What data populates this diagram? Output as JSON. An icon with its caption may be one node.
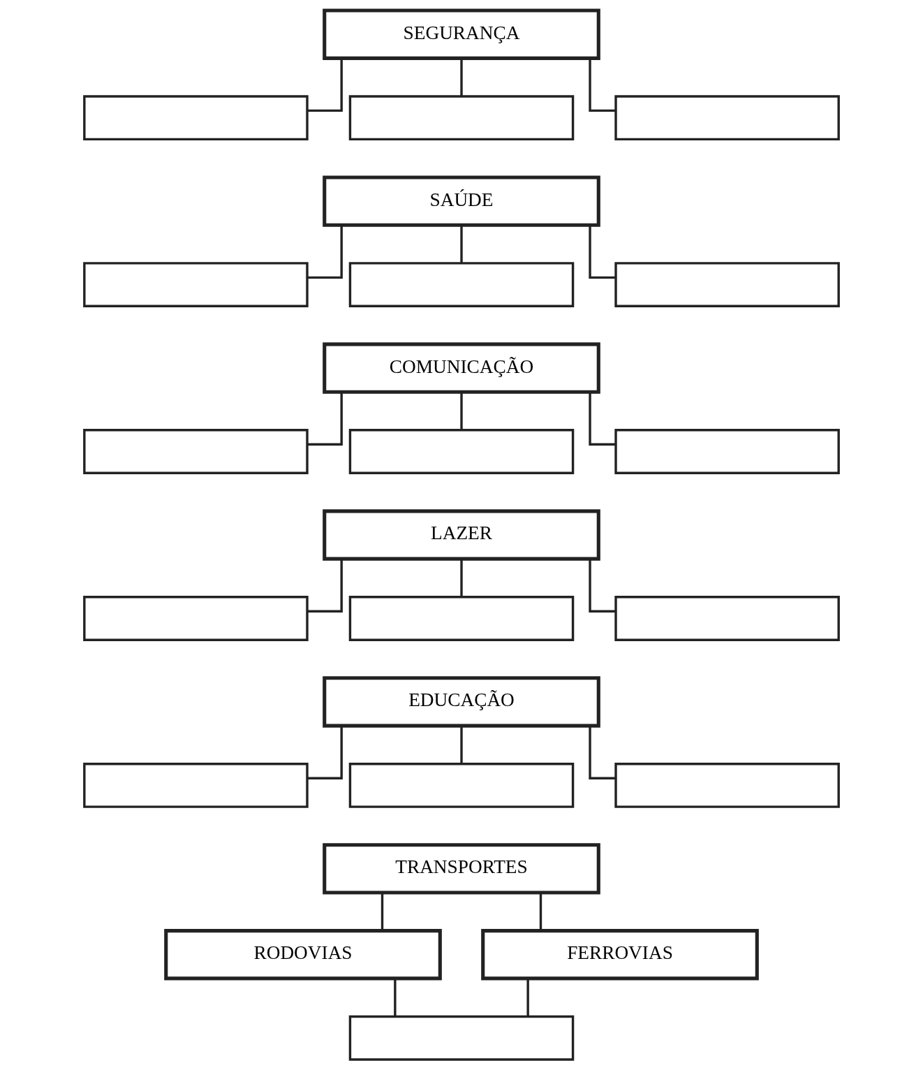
{
  "diagram": {
    "nodes": [
      {
        "text": [
          "SEGURANÇA"
        ]
      },
      {
        "text": [],
        "shape": "box"
      },
      {
        "text": [],
        "shape": "box"
      },
      {
        "text": [],
        "shape": "box"
      },
      {
        "text": [
          "SAÚDE"
        ]
      },
      {
        "text": [],
        "shape": "box"
      },
      {
        "text": [],
        "shape": "box"
      },
      {
        "text": [],
        "shape": "box"
      },
      {
        "text": [
          "COMUNICAÇÃO"
        ]
      },
      {
        "text": [],
        "shape": "box"
      },
      {
        "text": [],
        "shape": "box"
      },
      {
        "text": [],
        "shape": "box"
      },
      {
        "text": [
          "LAZER"
        ]
      },
      {
        "text": [],
        "shape": "box"
      },
      {
        "text": [],
        "shape": "box"
      },
      {
        "text": [],
        "shape": "box"
      },
      {
        "text": [
          "EDUCAÇÃO"
        ]
      },
      {
        "text": [],
        "shape": "box"
      },
      {
        "text": [],
        "shape": "box"
      },
      {
        "text": [],
        "shape": "box"
      },
      {
        "text": [
          "TRANSPORTES"
        ]
      },
      {
        "text": [
          "RODOVIAS"
        ]
      },
      {
        "text": [
          "FERROVIAS"
        ]
      },
      {
        "text": [],
        "shape": "box"
      }
    ],
    "edges": [
      {
        "from": 0,
        "to": 1,
        "arrow": "none"
      },
      {
        "from": 0,
        "to": 2,
        "arrow": "none"
      },
      {
        "from": 0,
        "to": 3,
        "arrow": "none"
      },
      {
        "from": 4,
        "to": 5,
        "arrow": "none"
      },
      {
        "from": 4,
        "to": 6,
        "arrow": "none"
      },
      {
        "from": 4,
        "to": 7,
        "arrow": "none"
      },
      {
        "from": 8,
        "to": 9,
        "arrow": "none"
      },
      {
        "from": 8,
        "to": 10,
        "arrow": "none"
      },
      {
        "from": 8,
        "to": 11,
        "arrow": "none"
      },
      {
        "from": 12,
        "to": 13,
        "arrow": "none"
      },
      {
        "from": 12,
        "to": 14,
        "arrow": "none"
      },
      {
        "from": 12,
        "to": 15,
        "arrow": "none"
      },
      {
        "from": 16,
        "to": 17,
        "arrow": "none"
      },
      {
        "from": 16,
        "to": 18,
        "arrow": "none"
      },
      {
        "from": 16,
        "to": 19,
        "arrow": "none"
      },
      {
        "from": 20,
        "to": 21,
        "arrow": "none"
      },
      {
        "from": 20,
        "to": 22,
        "arrow": "none"
      },
      {
        "from": 21,
        "to": 23,
        "arrow": "none"
      },
      {
        "from": 22,
        "to": 23,
        "arrow": "none"
      }
    ]
  }
}
